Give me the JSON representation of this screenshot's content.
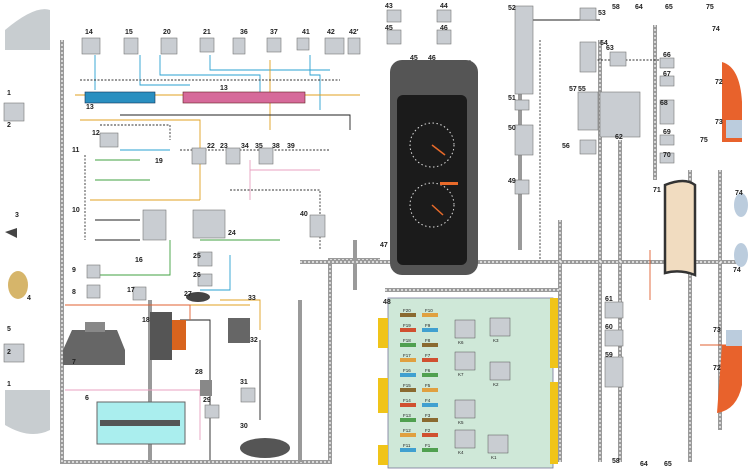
{
  "diagram": {
    "title": "Wiring diagram",
    "component_labels": [
      "1",
      "2",
      "3",
      "4",
      "5",
      "2",
      "1",
      "6",
      "7",
      "8",
      "9",
      "10",
      "11",
      "12",
      "13",
      "13",
      "14",
      "15",
      "16",
      "17",
      "18",
      "19",
      "20",
      "21",
      "22",
      "23",
      "24",
      "25",
      "26",
      "27",
      "28",
      "29",
      "30",
      "31",
      "32",
      "33",
      "34",
      "35",
      "36",
      "37",
      "38",
      "39",
      "40",
      "41",
      "42",
      "42′",
      "43",
      "44",
      "45",
      "46",
      "45",
      "46",
      "47",
      "48",
      "49",
      "50",
      "51",
      "52",
      "53",
      "54",
      "55",
      "56",
      "57",
      "58",
      "59",
      "60",
      "61",
      "62",
      "63",
      "64",
      "65",
      "66",
      "67",
      "68",
      "69",
      "70",
      "71",
      "72",
      "73",
      "75",
      "75",
      "74",
      "73",
      "72",
      "74",
      "58",
      "64",
      "65",
      "74"
    ],
    "fuse_labels": [
      "F20",
      "F10",
      "F19",
      "F9",
      "F18",
      "F8",
      "F17",
      "F7",
      "F16",
      "F6",
      "F15",
      "F5",
      "F14",
      "F4",
      "F13",
      "F3",
      "F12",
      "F2",
      "F11",
      "F1"
    ],
    "relay_labels": [
      "K6",
      "K3",
      "K7",
      "K2",
      "K5",
      "K4",
      "K1"
    ],
    "colors": {
      "harness": "#9a9a9a",
      "ecu_connector_a": "#2a8fc0",
      "ecu_connector_b": "#d66a9a",
      "fuse_box": "#cfe8d8",
      "connector": "#f0c419",
      "cluster": "#2b2b2b",
      "lamp_housing": "#e8622c"
    }
  }
}
